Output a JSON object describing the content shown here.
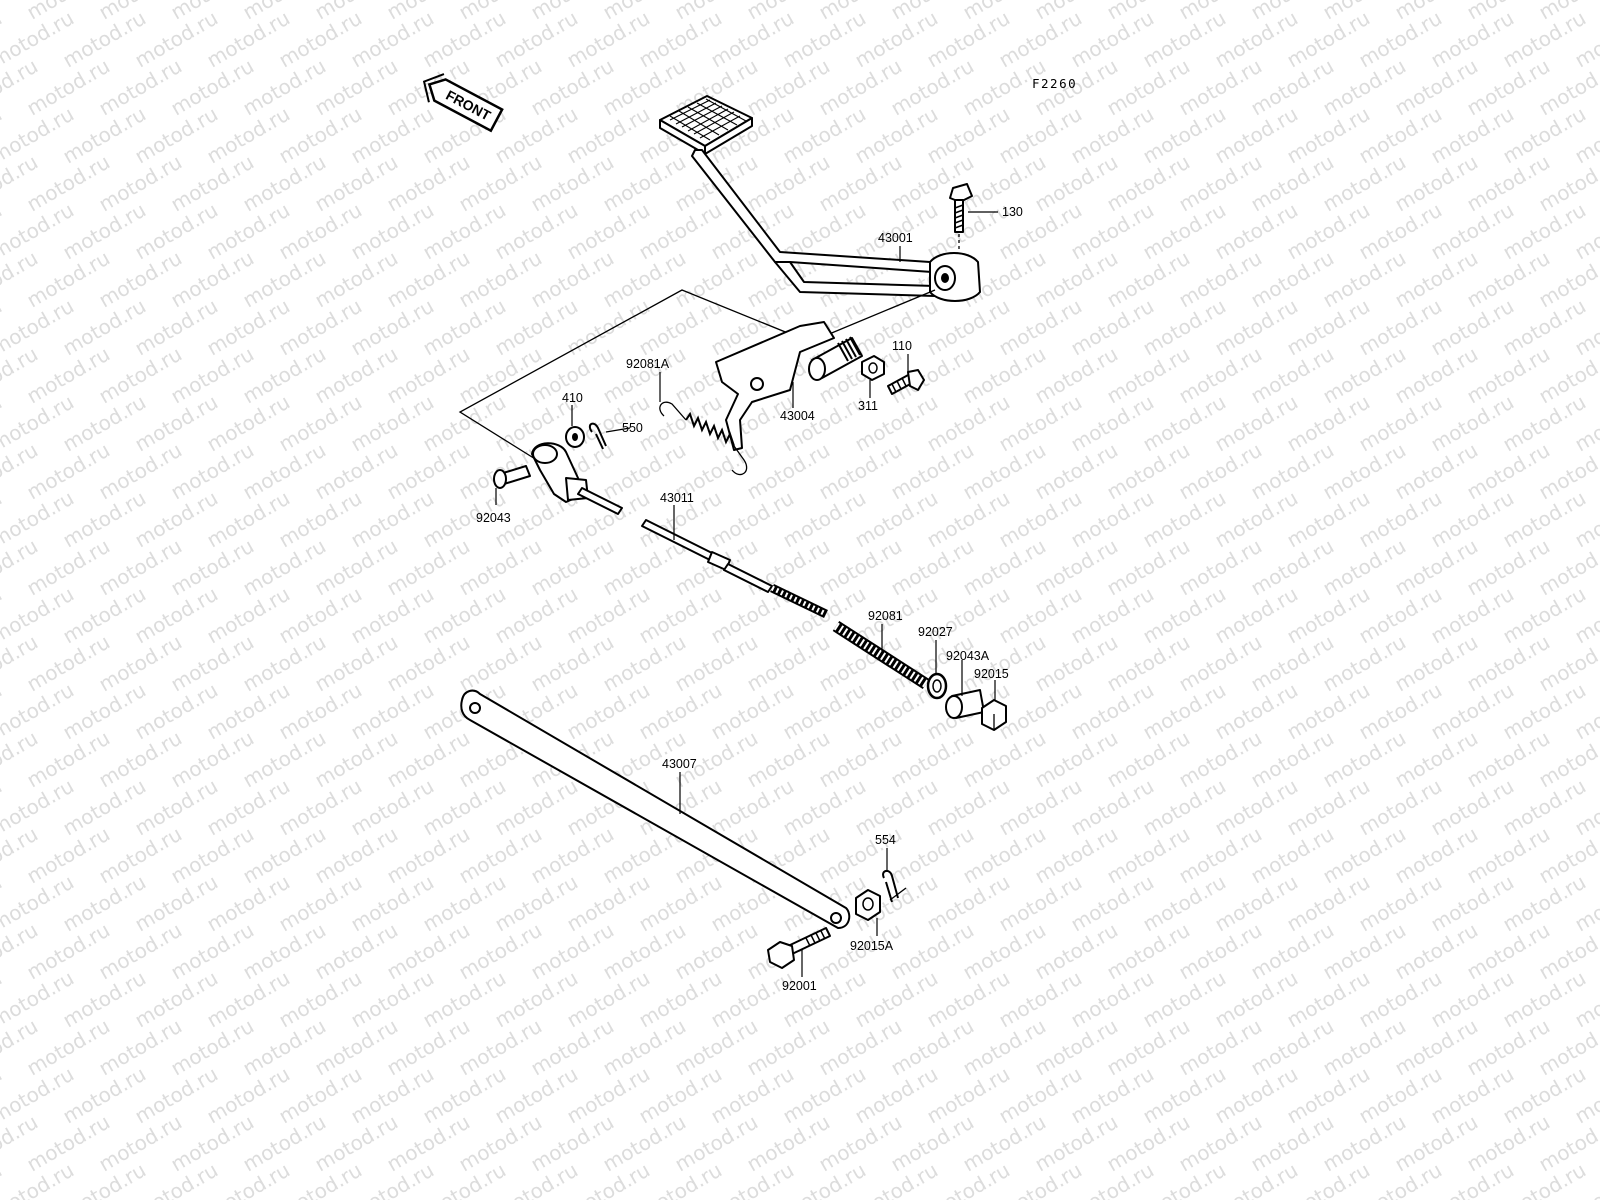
{
  "figure_ref": "F2260",
  "front_badge": "FRONT",
  "watermark_text": "motod.ru",
  "colors": {
    "ink": "#000000",
    "paper": "#ffffff",
    "watermark": "#dcdcdc"
  },
  "parts": {
    "p130": "130",
    "p43001": "43001",
    "p110": "110",
    "p92081A": "92081A",
    "p43004": "43004",
    "p311": "311",
    "p410": "410",
    "p550": "550",
    "p92043": "92043",
    "p43011": "43011",
    "p92081": "92081",
    "p92027": "92027",
    "p92043A": "92043A",
    "p92015": "92015",
    "p43007": "43007",
    "p554": "554",
    "p92015A": "92015A",
    "p92001": "92001"
  }
}
